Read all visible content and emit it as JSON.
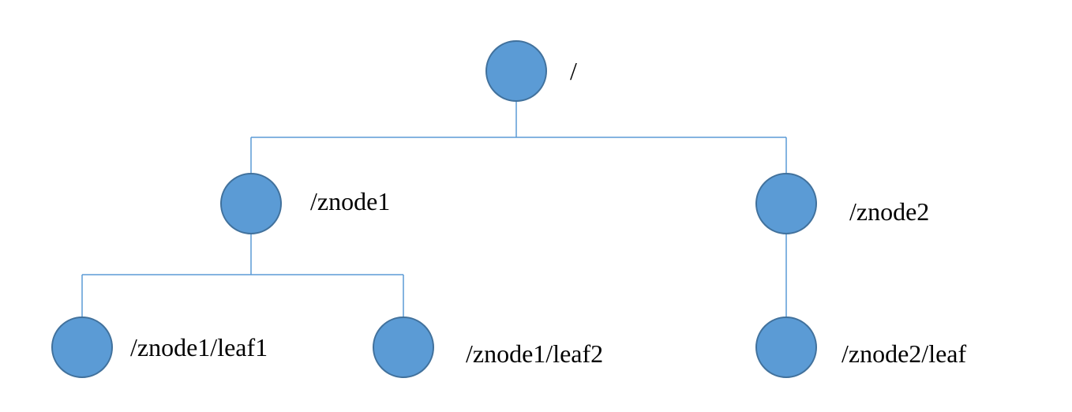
{
  "diagram": {
    "type": "tree",
    "colors": {
      "node_fill": "#5B9BD5",
      "node_stroke": "#41719C",
      "line": "#5B9BD5",
      "text": "#000000"
    },
    "nodes": [
      {
        "id": "root",
        "label": "/"
      },
      {
        "id": "znode1",
        "label": "/znode1",
        "parent": "root"
      },
      {
        "id": "znode2",
        "label": "/znode2",
        "parent": "root"
      },
      {
        "id": "znode1-leaf1",
        "label": "/znode1/leaf1",
        "parent": "znode1"
      },
      {
        "id": "znode1-leaf2",
        "label": "/znode1/leaf2",
        "parent": "znode1"
      },
      {
        "id": "znode2-leaf",
        "label": "/znode2/leaf",
        "parent": "znode2"
      }
    ]
  }
}
